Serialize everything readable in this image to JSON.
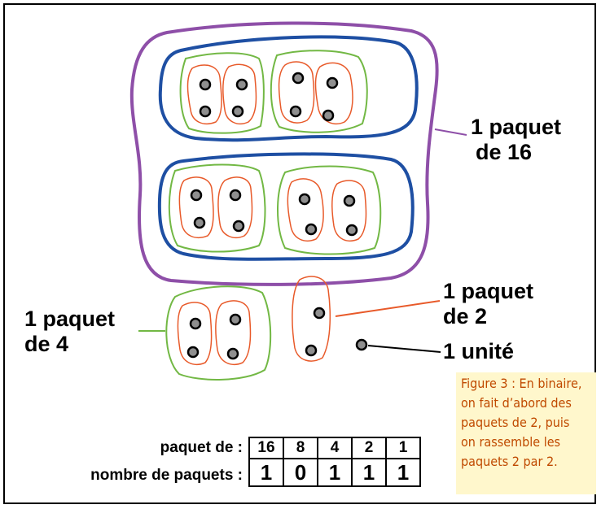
{
  "labels": {
    "packet16_line1": "1 paquet",
    "packet16_line2": "de 16",
    "packet2_line1": "1 paquet",
    "packet2_line2": "de 2",
    "packet4_line1": "1 paquet",
    "packet4_line2": "de 4",
    "unit": "1 unité"
  },
  "table": {
    "row1_label": "paquet de :",
    "row2_label": "nombre de paquets :",
    "headers": [
      "16",
      "8",
      "4",
      "2",
      "1"
    ],
    "values": [
      "1",
      "0",
      "1",
      "1",
      "1"
    ]
  },
  "caption": {
    "lines": [
      "Figure 3 : En binaire,",
      "on fait d’abord des",
      "paquets de 2, puis",
      "on rassemble les",
      "paquets 2 par 2."
    ]
  },
  "colors": {
    "packet16": "#8e4fa8",
    "packet8": "#1e4fa3",
    "packet4": "#72b844",
    "packet2": "#e85a2a",
    "dot_fill": "#8f8f8f",
    "caption_bg": "#fff7cc",
    "caption_text": "#c04a00"
  }
}
